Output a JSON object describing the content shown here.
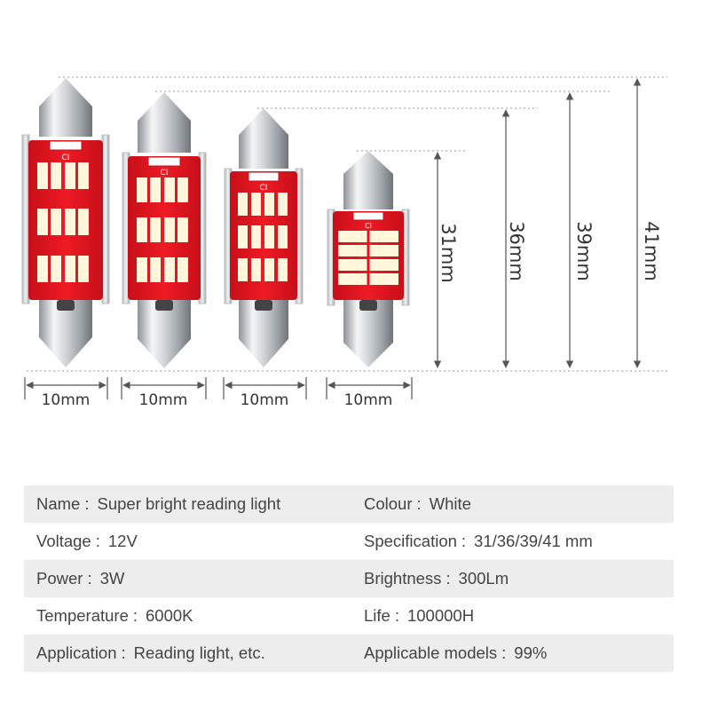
{
  "bulbs": [
    {
      "name": "41mm bulb",
      "width_label": "10mm",
      "length_label": "41mm"
    },
    {
      "name": "39mm bulb",
      "width_label": "10mm",
      "length_label": "39mm"
    },
    {
      "name": "36mm bulb",
      "width_label": "10mm",
      "length_label": "36mm"
    },
    {
      "name": "31mm bulb",
      "width_label": "10mm",
      "length_label": "31mm"
    }
  ],
  "board_marking": "CI",
  "colors": {
    "board_red": "#e8121e",
    "board_dark": "#b30d16",
    "led": "#fff6dc",
    "metal": "#c9ccd0",
    "dimension_line": "#555555",
    "row_shade": "#ededed"
  },
  "specs": [
    {
      "left_label": "Name",
      "left_value": "Super bright reading light",
      "right_label": "Colour",
      "right_value": "White"
    },
    {
      "left_label": "Voltage",
      "left_value": "12V",
      "right_label": "Specification",
      "right_value": "31/36/39/41 mm"
    },
    {
      "left_label": "Power",
      "left_value": "3W",
      "right_label": "Brightness",
      "right_value": "300Lm"
    },
    {
      "left_label": "Temperature",
      "left_value": "6000K",
      "right_label": "Life",
      "right_value": "100000H"
    },
    {
      "left_label": "Application",
      "left_value": "Reading light, etc.",
      "right_label": "Applicable models",
      "right_value": "99%"
    }
  ],
  "separator": ":"
}
